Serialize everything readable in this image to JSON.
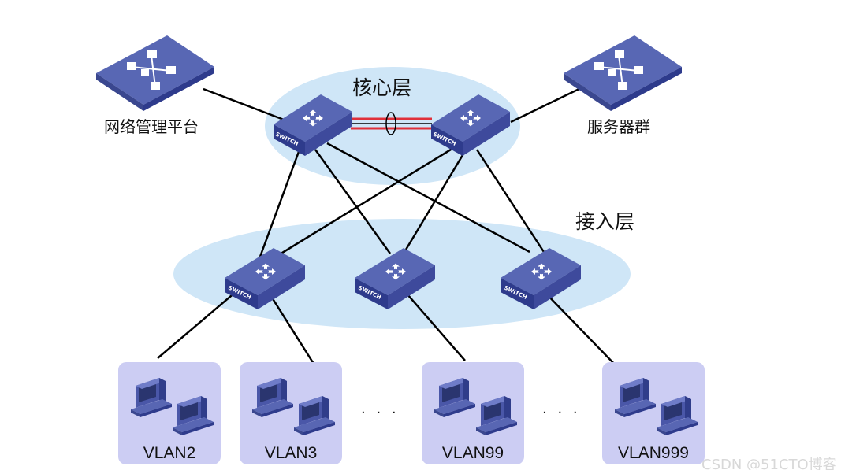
{
  "layers": {
    "core": "核心层",
    "access": "接入层"
  },
  "nodes": {
    "management_platform": "网络管理平台",
    "server_group": "服务器群"
  },
  "switch_label": "SWITCH",
  "vlans": [
    "VLAN2",
    "VLAN3",
    "VLAN99",
    "VLAN999"
  ],
  "ellipsis": "· · ·",
  "colors": {
    "layer_fill": "#cfe6f7",
    "switch_top": "#5867b4",
    "switch_side": "#2e3b8c",
    "vlan_box": "#cccdf3",
    "link": "#000000",
    "core_link": "#e0303a"
  },
  "watermark": "CSDN @51CTO博客"
}
